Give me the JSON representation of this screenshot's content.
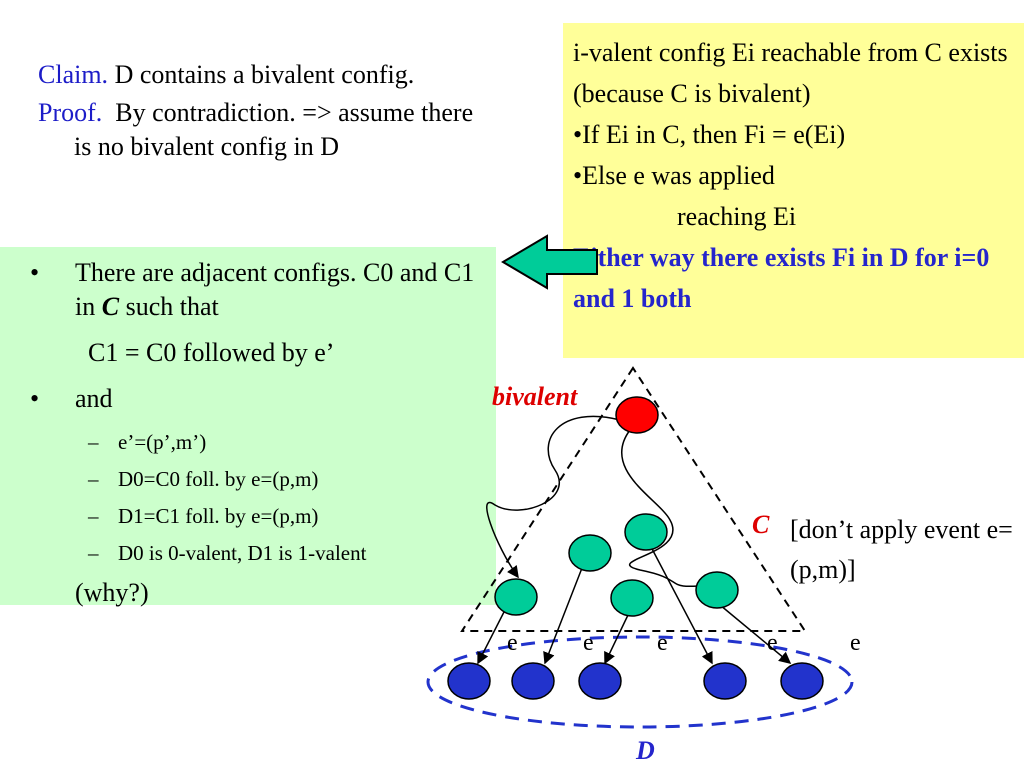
{
  "claim": {
    "keyword": "Claim.",
    "text": " D contains a bivalent config."
  },
  "proof": {
    "keyword": "Proof.",
    "text": "  By contradiction. => assume there is no bivalent config in D"
  },
  "bullets": {
    "item1_pre": "There are adjacent configs. C0 and C1 in ",
    "item1_italic": "C",
    "item1_post": " such that",
    "item1_line2": "C1 = C0 followed by e’",
    "item2": "and",
    "bullet_mark": "•",
    "dash_mark": "–",
    "subitems": [
      "e’=(p’,m’)",
      "D0=C0 foll. by e=(p,m)",
      "D1=C1 foll. by e=(p,m)",
      "D0 is 0-valent, D1 is 1-valent"
    ],
    "why": "(why?)"
  },
  "yellow": {
    "line1": "i-valent config Ei reachable from C exists (because C is bivalent)",
    "line2": "•If Ei in C, then Fi = e(Ei)",
    "line3": "•Else e was applied",
    "line4": "reaching Ei",
    "conclusion": "Either way there exists Fi in D for i=0 and 1 both"
  },
  "diagram": {
    "bivalent_label": "bivalent",
    "c_label": "C",
    "c_note": "[don’t apply event e=(p,m)]",
    "d_label": "D",
    "edge_labels": [
      "e",
      "e",
      "e",
      "e",
      "e"
    ]
  },
  "colors": {
    "green_box": "#ccffcc",
    "yellow_box": "#ffff99",
    "teal_node": "#00cc99",
    "blue_node": "#2233cc",
    "red_node": "#ff0000",
    "arrow_fill": "#00cc99"
  }
}
